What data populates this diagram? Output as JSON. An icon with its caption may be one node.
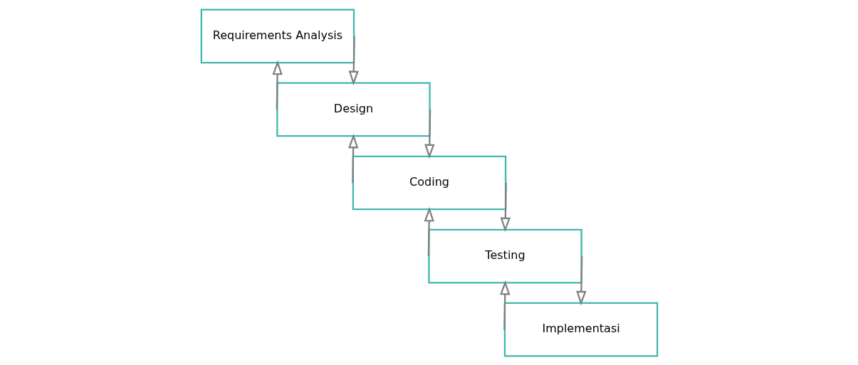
{
  "diagram": {
    "nodes": [
      {
        "text": [
          "Requirements Analysis"
        ]
      },
      {
        "text": [
          "Design"
        ]
      },
      {
        "text": [
          "Coding"
        ]
      },
      {
        "text": [
          "Testing"
        ]
      },
      {
        "text": [
          "Implementasi"
        ]
      }
    ],
    "edges": [
      {
        "from": 0,
        "to": 1,
        "arrow": "to"
      },
      {
        "from": 1,
        "to": 0,
        "arrow": "to"
      },
      {
        "from": 1,
        "to": 2,
        "arrow": "to"
      },
      {
        "from": 2,
        "to": 1,
        "arrow": "to"
      },
      {
        "from": 2,
        "to": 3,
        "arrow": "to"
      },
      {
        "from": 3,
        "to": 2,
        "arrow": "to"
      },
      {
        "from": 3,
        "to": 4,
        "arrow": "to"
      },
      {
        "from": 4,
        "to": 3,
        "arrow": "to"
      }
    ]
  }
}
